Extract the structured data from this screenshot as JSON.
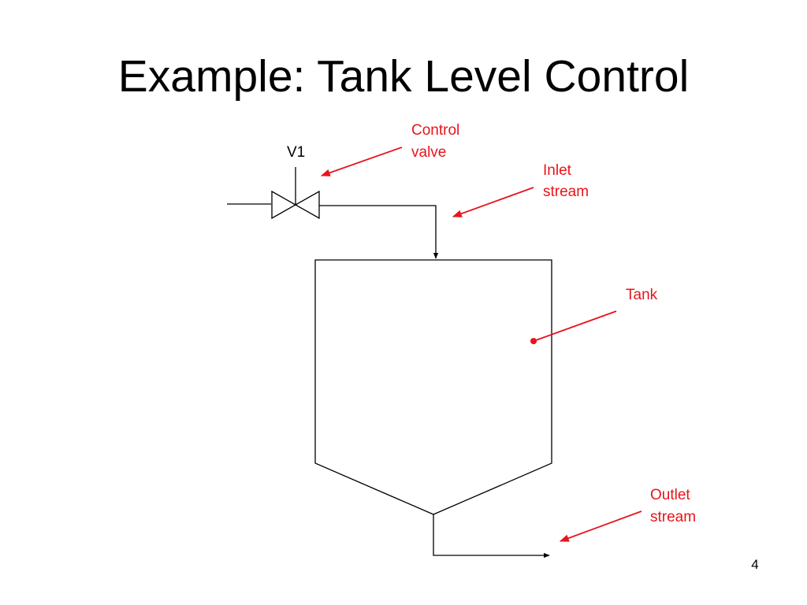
{
  "slide": {
    "title": "Example: Tank Level Control",
    "page_number": "4"
  },
  "diagram": {
    "valve_tag": "V1",
    "annotations": {
      "control_valve": [
        "Control",
        "valve"
      ],
      "inlet_stream": [
        "Inlet",
        "stream"
      ],
      "tank": [
        "Tank"
      ],
      "outlet_stream": [
        "Outlet",
        "stream"
      ]
    }
  },
  "colors": {
    "line": "#000000",
    "annotation": "#e8141b",
    "background": "#ffffff"
  }
}
